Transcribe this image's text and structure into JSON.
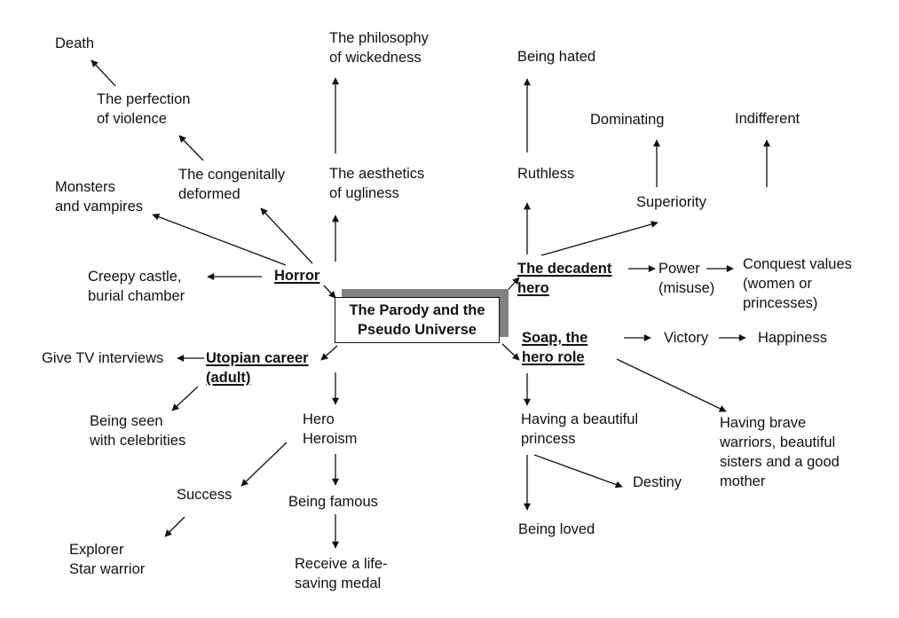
{
  "center": {
    "title": "The Parody and the\nPseudo Universe"
  },
  "hubs": {
    "horror": "Horror",
    "decadent": "The decadent\nhero",
    "utopian": "Utopian career\n(adult)",
    "soap": "Soap, the\nhero role"
  },
  "nodes": {
    "death": "Death",
    "perfection": "The perfection\nof violence",
    "congenitally": "The congenitally\ndeformed",
    "monsters": "Monsters\nand vampires",
    "creepy": "Creepy castle,\nburial chamber",
    "philosophy": "The philosophy\nof wickedness",
    "aesthetics": "The aesthetics\nof ugliness",
    "hated": "Being hated",
    "ruthless": "Ruthless",
    "dominating": "Dominating",
    "indifferent": "Indifferent",
    "superiority": "Superiority",
    "power": "Power\n(misuse)",
    "conquest": "Conquest values\n(women or\nprincesses)",
    "victory": "Victory",
    "happiness": "Happiness",
    "brave": "Having brave\nwarriors, beautiful\nsisters and a good\nmother",
    "beautiful_princess": "Having a beautiful\nprincess",
    "destiny": "Destiny",
    "loved": "Being loved",
    "tv": "Give TV interviews",
    "celebrities": "Being seen\nwith celebrities",
    "hero": "Hero\nHeroism",
    "success": "Success",
    "explorer": "Explorer\nStar warrior",
    "famous": "Being famous",
    "medal": "Receive a life-\nsaving medal"
  },
  "style": {
    "ink": "#111111",
    "shadow": "#808080",
    "background": "#ffffff"
  }
}
